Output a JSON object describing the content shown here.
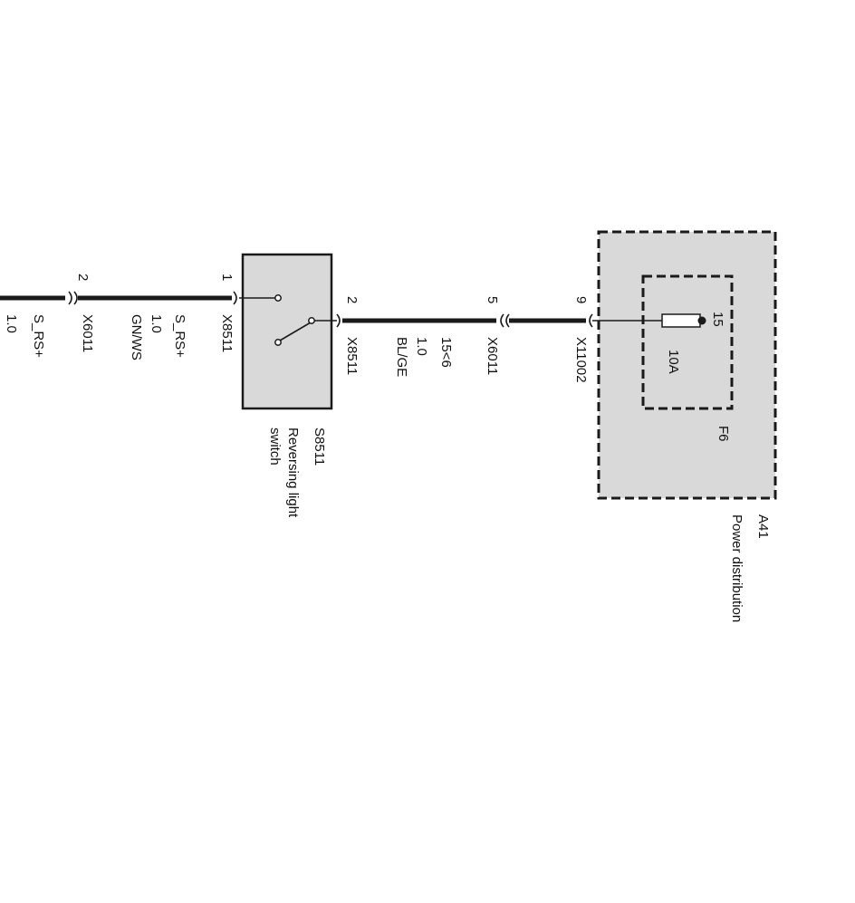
{
  "pins": {
    "left_x6011": "2",
    "s8511_in": "1",
    "s8511_out": "2",
    "x6011_mid": "5",
    "x11002": "9"
  },
  "labels": {
    "left_wire_name": "S_RS+",
    "left_wire_size": "1.0",
    "left_conn": "X6011",
    "wire2_name": "S_RS+",
    "wire2_size": "1.0",
    "wire2_color": "GN/WS",
    "conn_x8511_in": "X8511",
    "conn_x8511_out": "X8511",
    "wire3_color": "BL/GE",
    "wire3_size": "1.0",
    "wire3_name": "15<6",
    "conn_x6011_mid": "X6011",
    "conn_x11002": "X11002"
  },
  "switch": {
    "id": "S8511",
    "desc_line1": "Reversing light",
    "desc_line2": "switch"
  },
  "fuse": {
    "pin": "15",
    "rating": "10A",
    "id": "F6"
  },
  "module": {
    "id": "A41",
    "desc": "Power distribution"
  },
  "colors": {
    "box_fill": "#d9d9d9",
    "line": "#1a1a1a"
  }
}
